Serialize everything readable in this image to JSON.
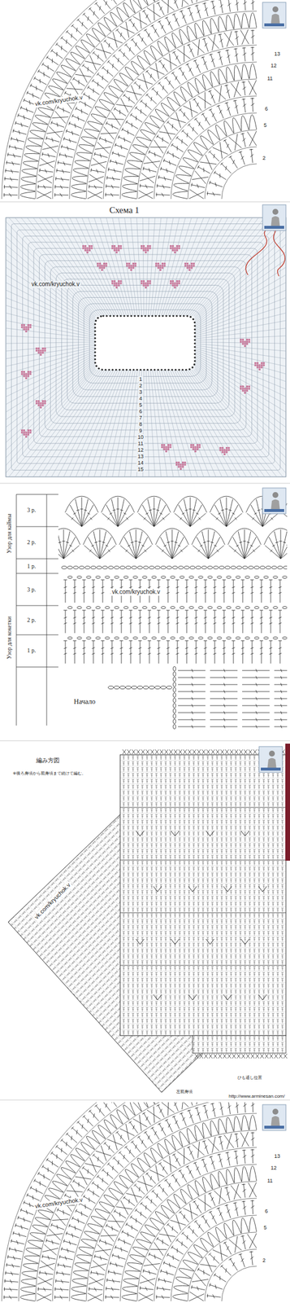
{
  "diagram": {
    "labels": [
      "vk.com/kryuchok.v",
      "13",
      "12",
      "11",
      "6",
      "5",
      "2",
      "Схема 1",
      "vk.com/kryuchok.v",
      "1",
      "2",
      "3",
      "4",
      "5",
      "6",
      "7",
      "8",
      "9",
      "10",
      "11",
      "12",
      "13",
      "14",
      "15",
      "Узор для каймы",
      "Узор для кокетки",
      "3 р.",
      "2 р.",
      "1 р.",
      "3 р.",
      "2 р.",
      "1 р.",
      "vk.com/kryuchok.v",
      "Начало",
      "編み方図",
      "※後ろ身頃から前身頃まで続けて編む。",
      "vk.com/kryuchok.v",
      "ひも通し位置",
      "左前身頃",
      "http://www.arminesan.com/",
      "vk.com/kryuchok.v",
      "13",
      "12",
      "11",
      "6",
      "5",
      "2"
    ]
  }
}
